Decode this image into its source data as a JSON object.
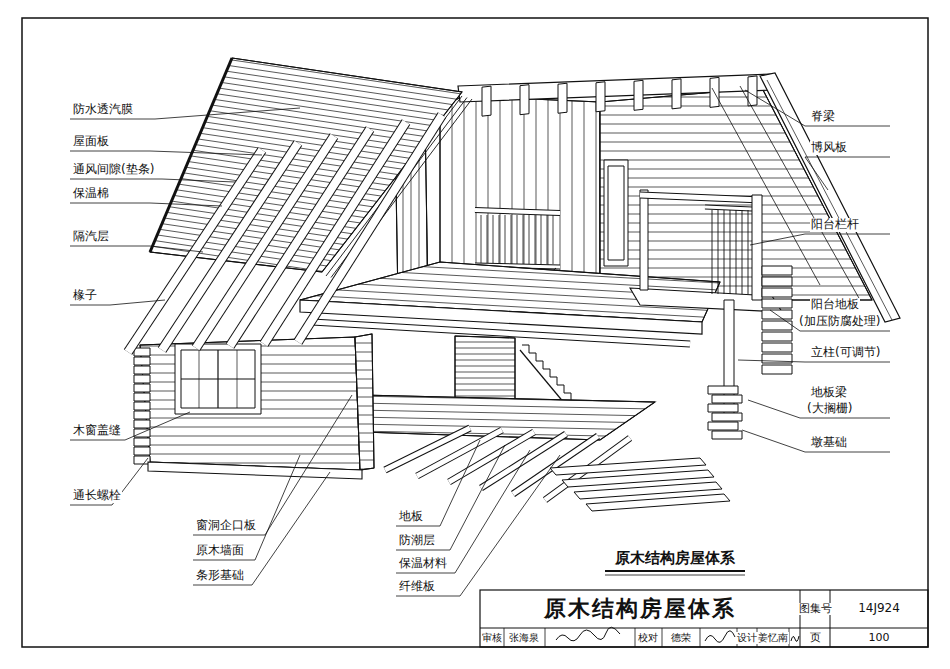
{
  "diagram": {
    "title": "原木结构房屋体系",
    "caption": "原木结构房屋体系",
    "labels": [
      "防水透汽膜",
      "屋面板",
      "通风间隙(垫条)",
      "保温棉",
      "隔汽层",
      "椽子",
      "木窗盖缝",
      "通长螺栓",
      "窗洞企口板",
      "原木墙面",
      "条形基础",
      "地板",
      "防潮层",
      "保温材料",
      "纤维板",
      "脊梁",
      "博风板",
      "阳台栏杆",
      "阳台地板",
      "(加压防腐处理)",
      "立柱(可调节)",
      "地板梁",
      "(大搁栅)",
      "墩基础",
      "图集号",
      "14J924",
      "审核",
      "张海泉",
      "校对",
      "德荣",
      "设计",
      "姜忆南",
      "页",
      "100"
    ]
  }
}
